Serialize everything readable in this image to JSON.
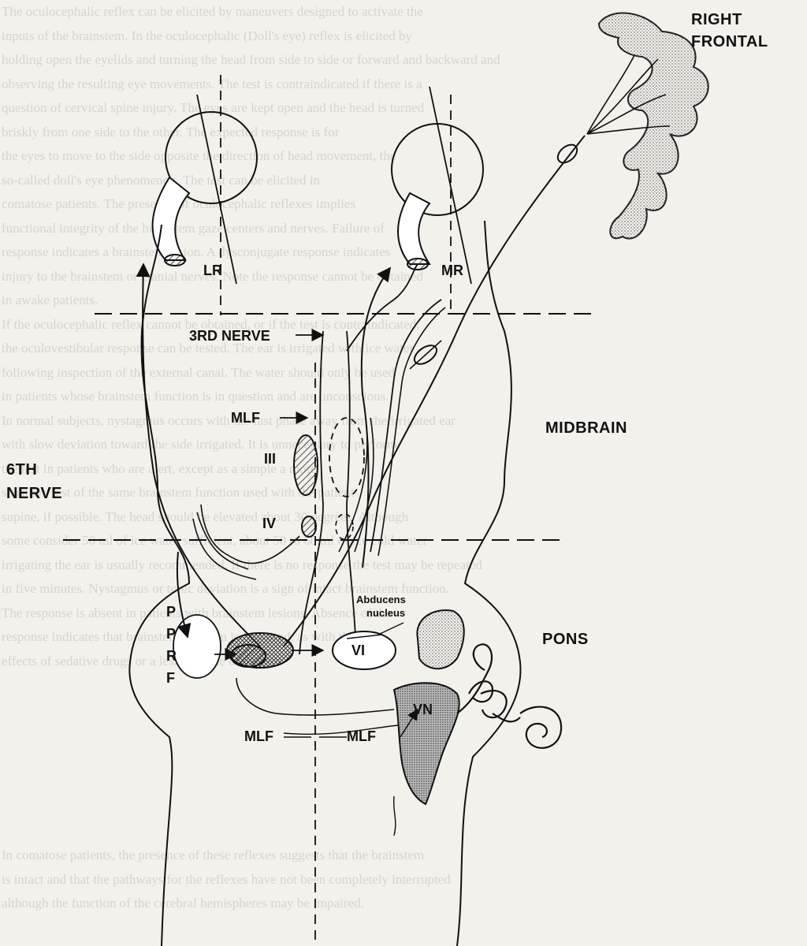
{
  "labels": {
    "right_frontal_line1": "RIGHT",
    "right_frontal_line2": "FRONTAL",
    "lr": "LR",
    "mr": "MR",
    "third_nerve": "3RD NERVE",
    "mlf_upper": "MLF",
    "midbrain": "MIDBRAIN",
    "iii": "III",
    "iv": "IV",
    "sixth_nerve_line1": "6TH",
    "sixth_nerve_line2": "NERVE",
    "abducens_line1": "Abducens",
    "abducens_line2": "nucleus",
    "pons": "PONS",
    "pprf_p1": "P",
    "pprf_p2": "P",
    "pprf_r": "R",
    "pprf_f": "F",
    "vi": "VI",
    "vn": "VN",
    "mlf_left": "MLF",
    "mlf_right": "MLF"
  },
  "background_text": {
    "lines": [
      "The oculocephalic reflex can be elicited by maneuvers designed to activate the",
      "inputs of the brainstem. In the oculocephalic (Doll's eye) reflex is elicited by",
      "holding open the eyelids and turning the head from side to side or forward and backward and",
      "observing the resulting eye movements. The test is contraindicated if there is a",
      "question of cervical spine injury. The eyes are kept open and the head is turned",
      "briskly from one side to the other. The expected response is for",
      "the eyes to move to the side opposite the direction of head movement, the",
      "so-called doll's eye phenomenon. The test can be elicited in",
      "comatose patients. The presence of oculocephalic reflexes implies",
      "functional integrity of the brainstem gaze centers and nerves. Failure of",
      "response indicates a brainstem lesion. A dysconjugate response indicates",
      "injury to the brainstem or cranial nerves. Note the response cannot be obtained",
      "in awake patients.",
      "If the oculocephalic reflex cannot be obtained, or if the test is contraindicated,",
      "the oculovestibular response can be tested. The ear is irrigated with ice water",
      "following inspection of the external canal. The water should only be used",
      "in patients whose brainstem function is in question and are unconscious.",
      "In normal subjects, nystagmus occurs with the fast phase away from the irrigated ear",
      "with slow deviation toward the side irrigated. It is unnecessary to perform",
      "the test in patients who are alert, except as a simple a more",
      "sensitive test of the same brainstem function used with the patient",
      "supine, if possible. The head should be elevated about 30 degrees. Although",
      "some consider 50 ml of ice water sufficient, about 50 to 60 ml of ice cold water",
      "irrigating the ear is usually recommended. If there is no response the test may be repeated",
      "in five minutes. Nystagmus or tonic deviation is a sign of intact brainstem function.",
      "The response is absent in patients with brainstem lesions. Absence of the",
      "response indicates that brainstem function is impaired, as with the",
      "effects of sedative drugs or a lesion of the brainstem"
    ],
    "bottom_lines": [
      "In comatose patients, the presence of these reflexes suggests that the brainstem",
      "is intact and that the pathways for the reflexes have not been completely interrupted",
      "although the function of the cerebral hemispheres may be impaired."
    ]
  }
}
